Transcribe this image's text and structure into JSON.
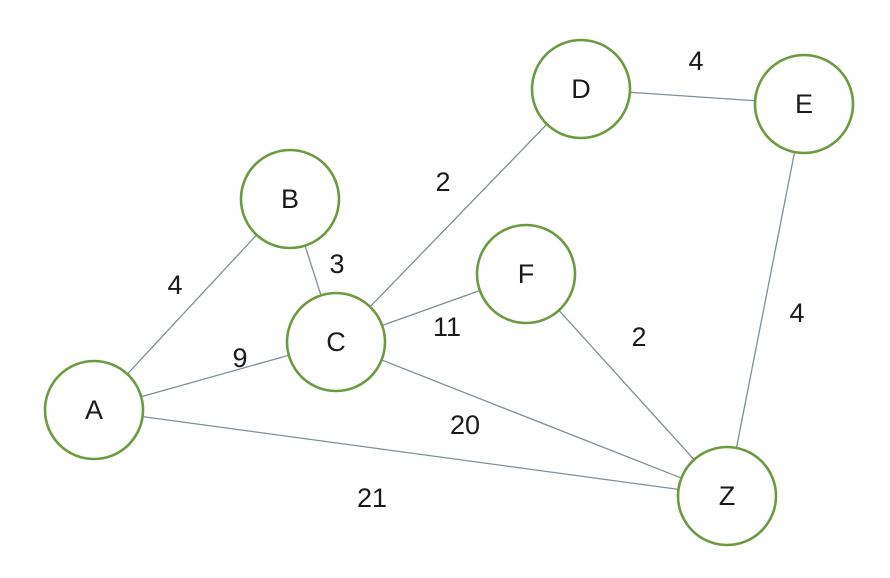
{
  "graph": {
    "nodes": [
      {
        "id": "A",
        "label": "A"
      },
      {
        "id": "B",
        "label": "B"
      },
      {
        "id": "C",
        "label": "C"
      },
      {
        "id": "D",
        "label": "D"
      },
      {
        "id": "E",
        "label": "E"
      },
      {
        "id": "F",
        "label": "F"
      },
      {
        "id": "Z",
        "label": "Z"
      }
    ],
    "edges": [
      {
        "from": "A",
        "to": "B",
        "weight": "4"
      },
      {
        "from": "A",
        "to": "C",
        "weight": "9"
      },
      {
        "from": "A",
        "to": "Z",
        "weight": "21"
      },
      {
        "from": "B",
        "to": "C",
        "weight": "3"
      },
      {
        "from": "C",
        "to": "D",
        "weight": "2"
      },
      {
        "from": "C",
        "to": "F",
        "weight": "11"
      },
      {
        "from": "C",
        "to": "Z",
        "weight": "20"
      },
      {
        "from": "D",
        "to": "E",
        "weight": "4"
      },
      {
        "from": "F",
        "to": "Z",
        "weight": "2"
      },
      {
        "from": "E",
        "to": "Z",
        "weight": "4"
      }
    ]
  },
  "colors": {
    "node_stroke": "#6b9a3f",
    "edge_stroke": "#7f8e97",
    "text": "#1a1a1a"
  }
}
